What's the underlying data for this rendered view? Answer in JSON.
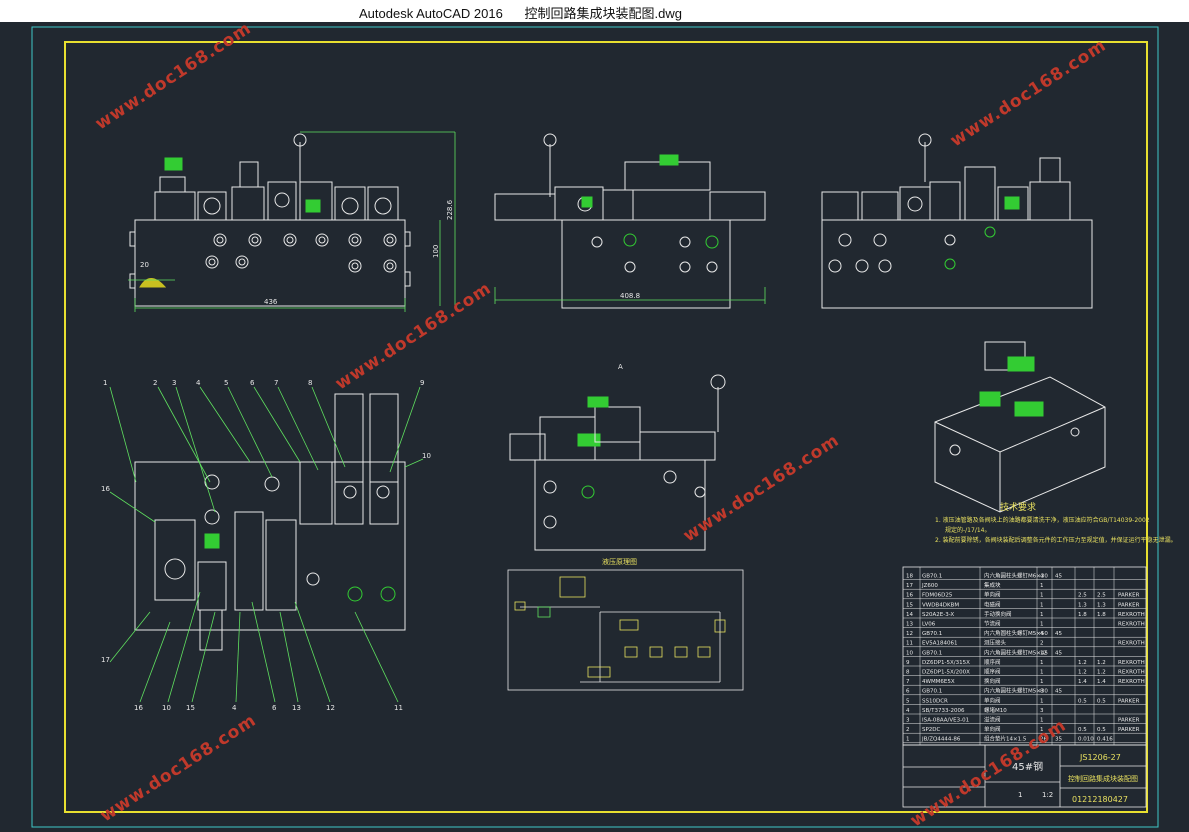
{
  "window": {
    "title": "Autodesk AutoCAD 2016      控制回路集成块装配图.dwg"
  },
  "drawing": {
    "watermark": "www.doc168.com",
    "colors": {
      "background": "#212830",
      "border": "#e8e030",
      "outline": "#e8e8e8",
      "dimension": "#5fe05f",
      "valve": "#33cc33",
      "cyan_border": "#40c8c8",
      "watermark": "#c0392b"
    },
    "dimensions": {
      "front_width": "436",
      "front_height": "100",
      "front_total_height": "228.6",
      "side_width": "408.8",
      "detail": "20"
    },
    "view_label_a": "A",
    "balloons": [
      "1",
      "2",
      "3",
      "4",
      "5",
      "6",
      "7",
      "8",
      "9",
      "10",
      "16",
      "17",
      "16",
      "10",
      "15",
      "4",
      "6",
      "13",
      "12",
      "11"
    ],
    "schematic_title": "液压原理图",
    "tech_title": "技术要求",
    "tech_line1": "1. 液压油管路及各阀块上的油路都要清洗干净，液压油应符合GB/T14039-2002",
    "tech_line2": "规定的-/17/14。",
    "tech_line3": "2. 装配前要除锈，各阀块装配后调整各元件的工作压力至规定值，并保证运行平稳无泄漏。",
    "bom": [
      {
        "no": "18",
        "code": "GB70.1",
        "name": "内六角圆柱头螺钉M6×30",
        "qty": "4",
        "mat": "45",
        "w1": "",
        "w2": "",
        "note": ""
      },
      {
        "no": "17",
        "code": "JZ600",
        "name": "集成块",
        "qty": "1",
        "mat": "",
        "w1": "",
        "w2": "",
        "note": ""
      },
      {
        "no": "16",
        "code": "FDM06D25",
        "name": "单向阀",
        "qty": "1",
        "mat": "",
        "w1": "2.5",
        "w2": "2.5",
        "note": "PARKER"
      },
      {
        "no": "15",
        "code": "VWDB4DKBM",
        "name": "电磁阀",
        "qty": "1",
        "mat": "",
        "w1": "1.3",
        "w2": "1.3",
        "note": "PARKER"
      },
      {
        "no": "14",
        "code": "S20A2E-3-X",
        "name": "手动换向阀",
        "qty": "1",
        "mat": "",
        "w1": "1.8",
        "w2": "1.8",
        "note": "REXROTH"
      },
      {
        "no": "13",
        "code": "LV06",
        "name": "节流阀",
        "qty": "1",
        "mat": "",
        "w1": "",
        "w2": "",
        "note": "REXROTH"
      },
      {
        "no": "12",
        "code": "GB70.1",
        "name": "内六角圆柱头螺钉M5×50",
        "qty": "4",
        "mat": "45",
        "w1": "",
        "w2": "",
        "note": ""
      },
      {
        "no": "11",
        "code": "EV5A184061",
        "name": "测压接头",
        "qty": "2",
        "mat": "",
        "w1": "",
        "w2": "",
        "note": "REXROTH"
      },
      {
        "no": "10",
        "code": "GB70.1",
        "name": "内六角圆柱头螺钉M5×45",
        "qty": "12",
        "mat": "45",
        "w1": "",
        "w2": "",
        "note": ""
      },
      {
        "no": "9",
        "code": "DZ6DP1-5X/315X",
        "name": "顺序阀",
        "qty": "1",
        "mat": "",
        "w1": "1.2",
        "w2": "1.2",
        "note": "REXROTH"
      },
      {
        "no": "8",
        "code": "DZ6DP1-5X/200X",
        "name": "顺序阀",
        "qty": "1",
        "mat": "",
        "w1": "1.2",
        "w2": "1.2",
        "note": "REXROTH"
      },
      {
        "no": "7",
        "code": "4WMM6E5X",
        "name": "换向阀",
        "qty": "1",
        "mat": "",
        "w1": "1.4",
        "w2": "1.4",
        "note": "REXROTH"
      },
      {
        "no": "6",
        "code": "GB70.1",
        "name": "内六角圆柱头螺钉M5×30",
        "qty": "8",
        "mat": "45",
        "w1": "",
        "w2": "",
        "note": ""
      },
      {
        "no": "5",
        "code": "SS10DCR",
        "name": "单向阀",
        "qty": "1",
        "mat": "",
        "w1": "0.5",
        "w2": "0.5",
        "note": "PARKER"
      },
      {
        "no": "4",
        "code": "SB/T3733-2006",
        "name": "螺堵M10",
        "qty": "3",
        "mat": "",
        "w1": "",
        "w2": "",
        "note": ""
      },
      {
        "no": "3",
        "code": "ISA-08AA/VE3-01",
        "name": "溢流阀",
        "qty": "1",
        "mat": "",
        "w1": "",
        "w2": "",
        "note": "PARKER"
      },
      {
        "no": "2",
        "code": "SP2DC",
        "name": "单向阀",
        "qty": "1",
        "mat": "",
        "w1": "0.5",
        "w2": "0.5",
        "note": "PARKER"
      },
      {
        "no": "1",
        "code": "JB/ZQ4444-86",
        "name": "组合垫片14×1.5",
        "qty": "26",
        "mat": "35",
        "w1": "0.010",
        "w2": "0.416",
        "note": ""
      }
    ],
    "title_block": {
      "material": "45#钢",
      "drawing_no": "JS1206-27",
      "drawing_name": "控制回路集成块装配图",
      "student_no": "01212180427",
      "scale": "1:2",
      "sheet": "1"
    }
  }
}
